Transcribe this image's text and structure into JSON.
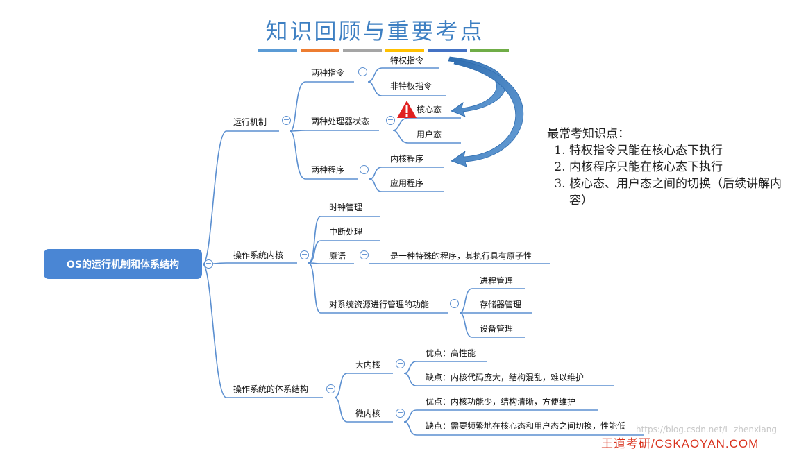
{
  "title": "知识回顾与重要考点",
  "title_bar_colors": [
    "#5b9bd5",
    "#ed7d31",
    "#a5a5a5",
    "#ffc000",
    "#4472c4",
    "#70ad47"
  ],
  "root": "OS的运行机制和体系结构",
  "l1": {
    "run": "运行机制",
    "kernel": "操作系统内核",
    "arch": "操作系统的体系结构"
  },
  "run": {
    "instr": "两种指令",
    "priv": "特权指令",
    "nonpriv": "非特权指令",
    "state": "两种处理器状态",
    "kstate": "核心态",
    "ustate": "用户态",
    "prog": "两种程序",
    "kprog": "内核程序",
    "aprog": "应用程序"
  },
  "kernel": {
    "clock": "时钟管理",
    "intr": "中断处理",
    "prim": "原语",
    "prim_desc": "是一种特殊的程序，其执行具有原子性",
    "res": "对系统资源进行管理的功能",
    "proc": "进程管理",
    "mem": "存储器管理",
    "dev": "设备管理"
  },
  "arch": {
    "macro": "大内核",
    "macro_pro": "优点：高性能",
    "macro_con": "缺点：内核代码庞大，结构混乱，难以维护",
    "micro": "微内核",
    "micro_pro": "优点：内核功能少，结构清晰，方便维护",
    "micro_con": "缺点：需要频繁地在核心态和用户态之间切换，性能低"
  },
  "notes": {
    "heading": "最常考知识点：",
    "items": [
      "特权指令只能在核心态下执行",
      "内核程序只能在核心态下执行",
      "核心态、用户态之间的切换（后续讲解内容）"
    ]
  },
  "watermark": "https://blog.csdn.net/L_zhenxiang",
  "brand": "王道考研/CSKAOYAN.COM",
  "colors": {
    "line": "#5b8fd0",
    "root_bg": "#4a86d4",
    "arrow": "#3b75b5",
    "warn": "#e02020"
  }
}
